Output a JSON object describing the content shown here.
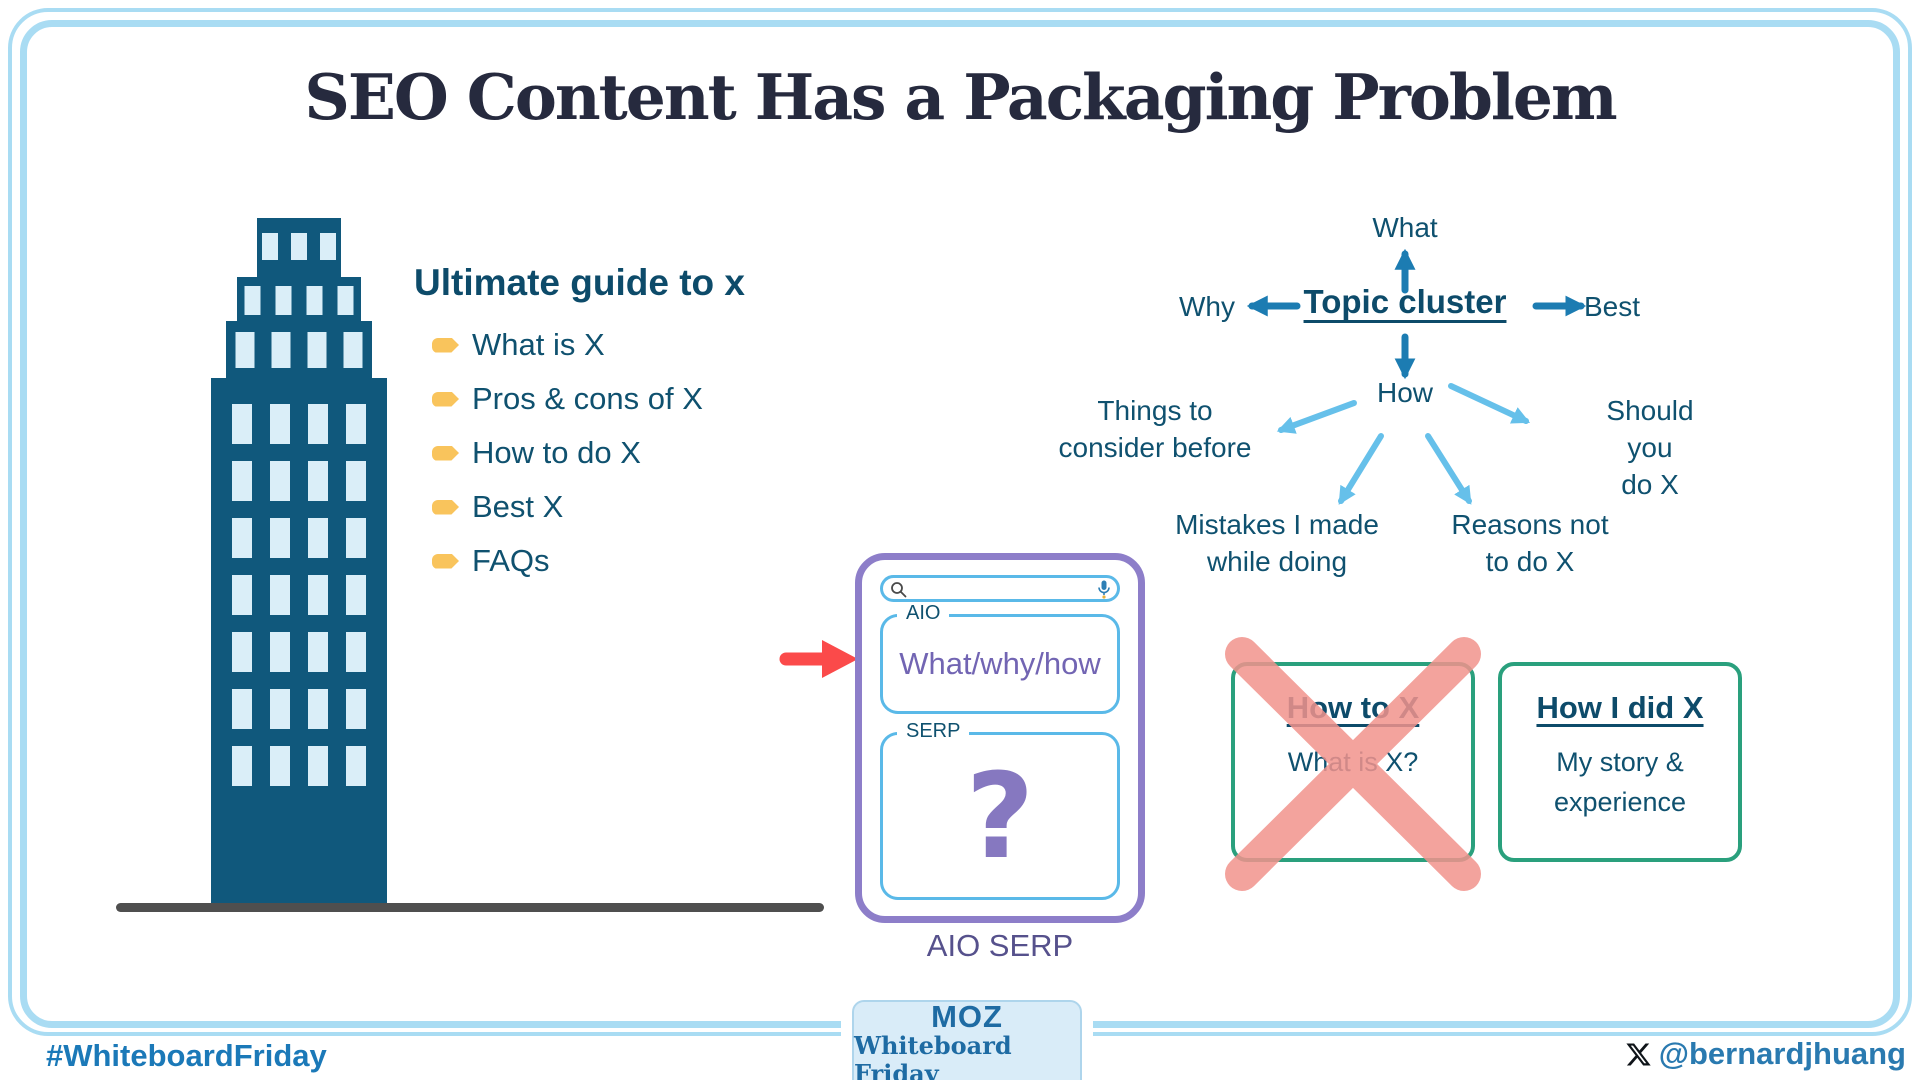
{
  "title": "SEO Content Has a Packaging Problem",
  "guide": {
    "heading": "Ultimate guide to x",
    "items": [
      "What is X",
      "Pros & cons of X",
      "How to do X",
      "Best X",
      "FAQs"
    ]
  },
  "cluster": {
    "center_label": "Topic cluster",
    "top_label": "What",
    "left_label": "Why",
    "right_label": "Best",
    "bottom_label": "How",
    "branches": {
      "things": "Things to\nconsider before",
      "mistakes": "Mistakes I made\nwhile doing",
      "reasons": "Reasons not\nto do X",
      "should": "Should you\ndo X"
    }
  },
  "serp_panel": {
    "aio_label": "AIO",
    "aio_content": "What/why/how",
    "serp_label": "SERP",
    "question_mark": "?",
    "caption": "AIO SERP"
  },
  "comparison": {
    "crossed_box": {
      "title": "How to X",
      "body": "What is X?"
    },
    "good_box": {
      "title": "How I did X",
      "body": "My story &\nexperience"
    }
  },
  "badge": {
    "brand": "MOZ",
    "label": "Whiteboard Friday"
  },
  "footer": {
    "hashtag": "#WhiteboardFriday",
    "handle": "@bernardjhuang"
  },
  "colors": {
    "frame": "#a9dcf3",
    "building": "#10587c",
    "window": "#daeef8",
    "bullet_tag": "#f9c45c",
    "dark_teal_text": "#0f516f",
    "arrow_dark": "#1c7cb2",
    "arrow_light": "#66c0ea",
    "purple_border": "#8d7ec9",
    "purple_text": "#7265b3",
    "blue_box_border": "#5ab9e8",
    "green_border": "#2aa07d",
    "cross_red": "#f2938d",
    "red_arrow": "#fb4a4a",
    "brand_blue": "#1e6ba3",
    "footer_blue": "#1b79b8",
    "ground": "#4f4f4f",
    "title_color": "#262a3e"
  }
}
